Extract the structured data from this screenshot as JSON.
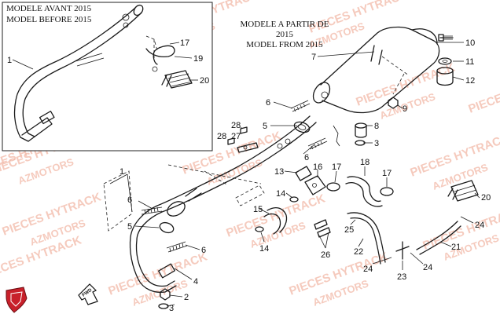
{
  "inset_header": {
    "line1": "MODELE AVANT 2015",
    "line2": "MODEL BEFORE 2015"
  },
  "main_header": {
    "line1": "MODELE A PARTIR DE",
    "line2": "2015",
    "line3": "MODEL FROM 2015"
  },
  "watermarks": {
    "brand": "PIECES HYTRACK",
    "dealer": "AZMOTORS"
  },
  "fwd_badge": "FWD",
  "colors": {
    "ink": "#1a1a1a",
    "watermark": "#f2b9a8",
    "logo_red": "#c8202a"
  },
  "icons": {
    "logo": "shield-logo-icon",
    "direction": "fwd-arrow-icon"
  },
  "callouts": {
    "inset_1": "1",
    "inset_17": "17",
    "inset_19": "19",
    "inset_20": "20",
    "c10": "10",
    "c11": "11",
    "c12": "12",
    "c7": "7",
    "c9": "9",
    "c6a": "6",
    "c5a": "5",
    "c8": "8",
    "c3a": "3",
    "c28a": "28",
    "c28b": "28",
    "c27": "27",
    "c6b": "6",
    "c1": "1",
    "c13": "13",
    "c16": "16",
    "c17a": "17",
    "c18": "18",
    "c17b": "17",
    "c14a": "14",
    "c15": "15",
    "c14b": "14",
    "c26": "26",
    "c25": "25",
    "c22": "22",
    "c24a": "24",
    "c23": "23",
    "c24b": "24",
    "c21": "21",
    "c20": "20",
    "c24c": "24",
    "c6c": "6",
    "c5b": "5",
    "c6d": "6",
    "c4": "4",
    "c2": "2",
    "c3b": "3"
  }
}
